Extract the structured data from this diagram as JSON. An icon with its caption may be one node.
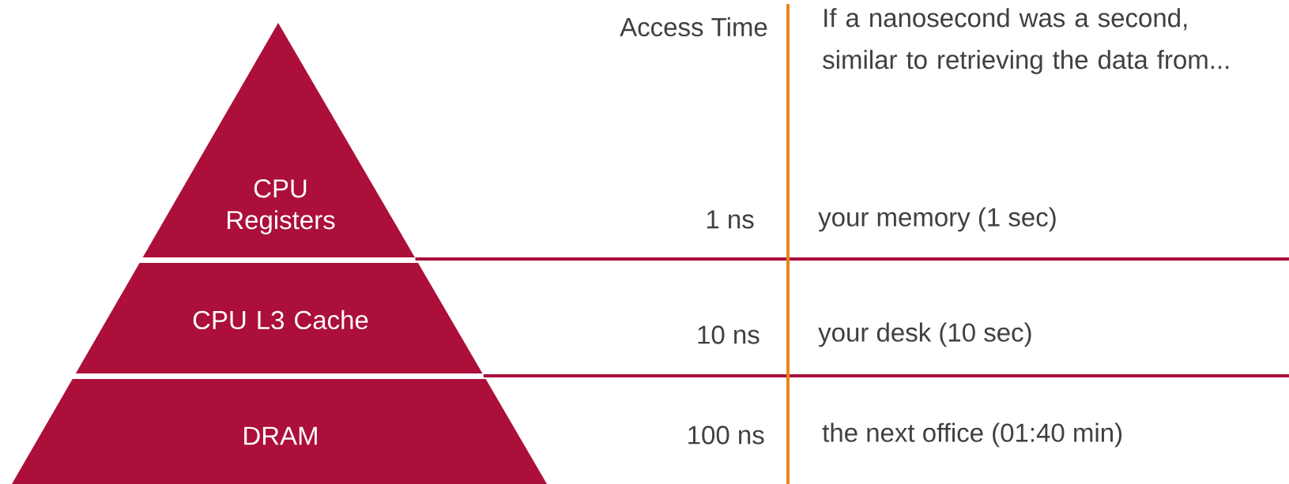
{
  "diagram": {
    "nodes": [
      {
        "text": [
          "CPU Registers"
        ]
      },
      {
        "text": [
          "CPU L3 Cache"
        ]
      },
      {
        "text": [
          "DRAM"
        ]
      }
    ],
    "labels": [
      "Access Time",
      "If a nanosecond was a second, similar to retrieving the data from...",
      "1 ns",
      "your memory (1 sec)",
      "10 ns",
      "your desk (10 sec)",
      "100 ns",
      "the next office (01:40 min)"
    ]
  }
}
